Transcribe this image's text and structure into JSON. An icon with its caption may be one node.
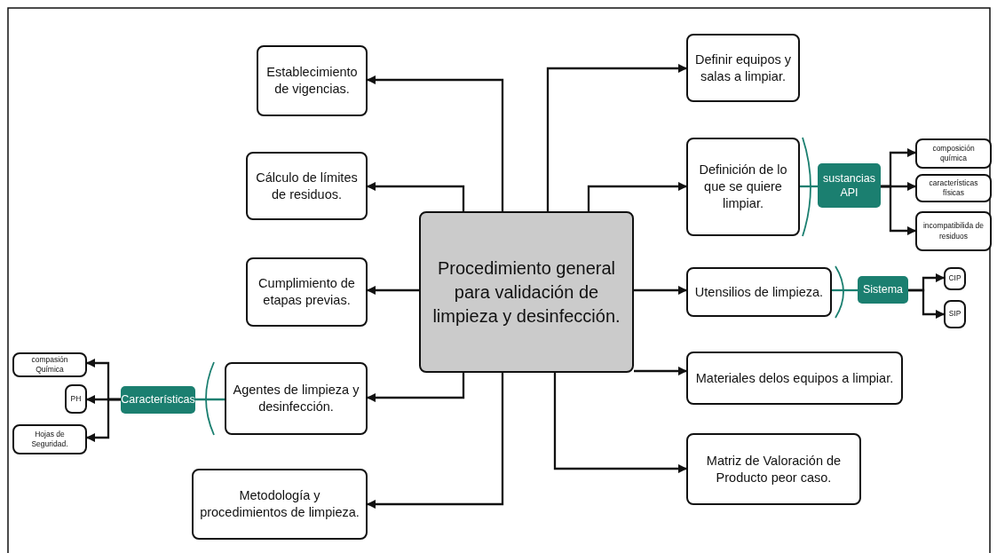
{
  "diagram": {
    "nodes": [
      {
        "text": [
          "Procedimiento general para validación de limpieza y desinfección."
        ]
      },
      {
        "text": [
          "Establecimiento de vigencias."
        ]
      },
      {
        "text": [
          "Cálculo de límites de residuos."
        ]
      },
      {
        "text": [
          "Cumplimiento de etapas previas."
        ]
      },
      {
        "text": [
          "Agentes de limpieza y desinfección."
        ]
      },
      {
        "text": [
          "Metodología y procedimientos de limpieza."
        ]
      },
      {
        "text": [
          "Definir equipos y salas a limpiar."
        ]
      },
      {
        "text": [
          "Definición de lo que se quiere limpiar."
        ]
      },
      {
        "text": [
          "Utensilios de limpieza."
        ]
      },
      {
        "text": [
          "Materiales delos equipos a limpiar."
        ]
      },
      {
        "text": [
          "Matriz de Valoración de Producto peor caso."
        ]
      },
      {
        "text": [
          "sustancias API"
        ]
      },
      {
        "text": [
          "composición química"
        ]
      },
      {
        "text": [
          "características físicas"
        ]
      },
      {
        "text": [
          "incompatibilida de residuos"
        ]
      },
      {
        "text": [
          "Sistema"
        ]
      },
      {
        "text": [
          "CIP"
        ]
      },
      {
        "text": [
          "SIP"
        ]
      },
      {
        "text": [
          "Características"
        ]
      },
      {
        "text": [
          "compasión Química"
        ]
      },
      {
        "text": [
          "PH"
        ]
      },
      {
        "text": [
          "Hojas de Seguridad."
        ]
      }
    ],
    "edges": [
      {
        "from": 0,
        "to": 1,
        "arrow": "to"
      },
      {
        "from": 0,
        "to": 2,
        "arrow": "to"
      },
      {
        "from": 0,
        "to": 3,
        "arrow": "to"
      },
      {
        "from": 0,
        "to": 4,
        "arrow": "to"
      },
      {
        "from": 0,
        "to": 5,
        "arrow": "to"
      },
      {
        "from": 0,
        "to": 6,
        "arrow": "to"
      },
      {
        "from": 0,
        "to": 7,
        "arrow": "to"
      },
      {
        "from": 0,
        "to": 8,
        "arrow": "to"
      },
      {
        "from": 0,
        "to": 9,
        "arrow": "to"
      },
      {
        "from": 0,
        "to": 10,
        "arrow": "to"
      },
      {
        "from": 7,
        "to": 11,
        "arrow": "none",
        "color": "#1b7f70"
      },
      {
        "from": 11,
        "to": 12,
        "arrow": "to"
      },
      {
        "from": 11,
        "to": 13,
        "arrow": "to"
      },
      {
        "from": 11,
        "to": 14,
        "arrow": "to"
      },
      {
        "from": 8,
        "to": 15,
        "arrow": "none",
        "color": "#1b7f70"
      },
      {
        "from": 15,
        "to": 16,
        "arrow": "to"
      },
      {
        "from": 15,
        "to": 17,
        "arrow": "to"
      },
      {
        "from": 4,
        "to": 18,
        "arrow": "none",
        "color": "#1b7f70"
      },
      {
        "from": 18,
        "to": 19,
        "arrow": "to"
      },
      {
        "from": 18,
        "to": 20,
        "arrow": "to"
      },
      {
        "from": 18,
        "to": 21,
        "arrow": "to"
      }
    ]
  }
}
